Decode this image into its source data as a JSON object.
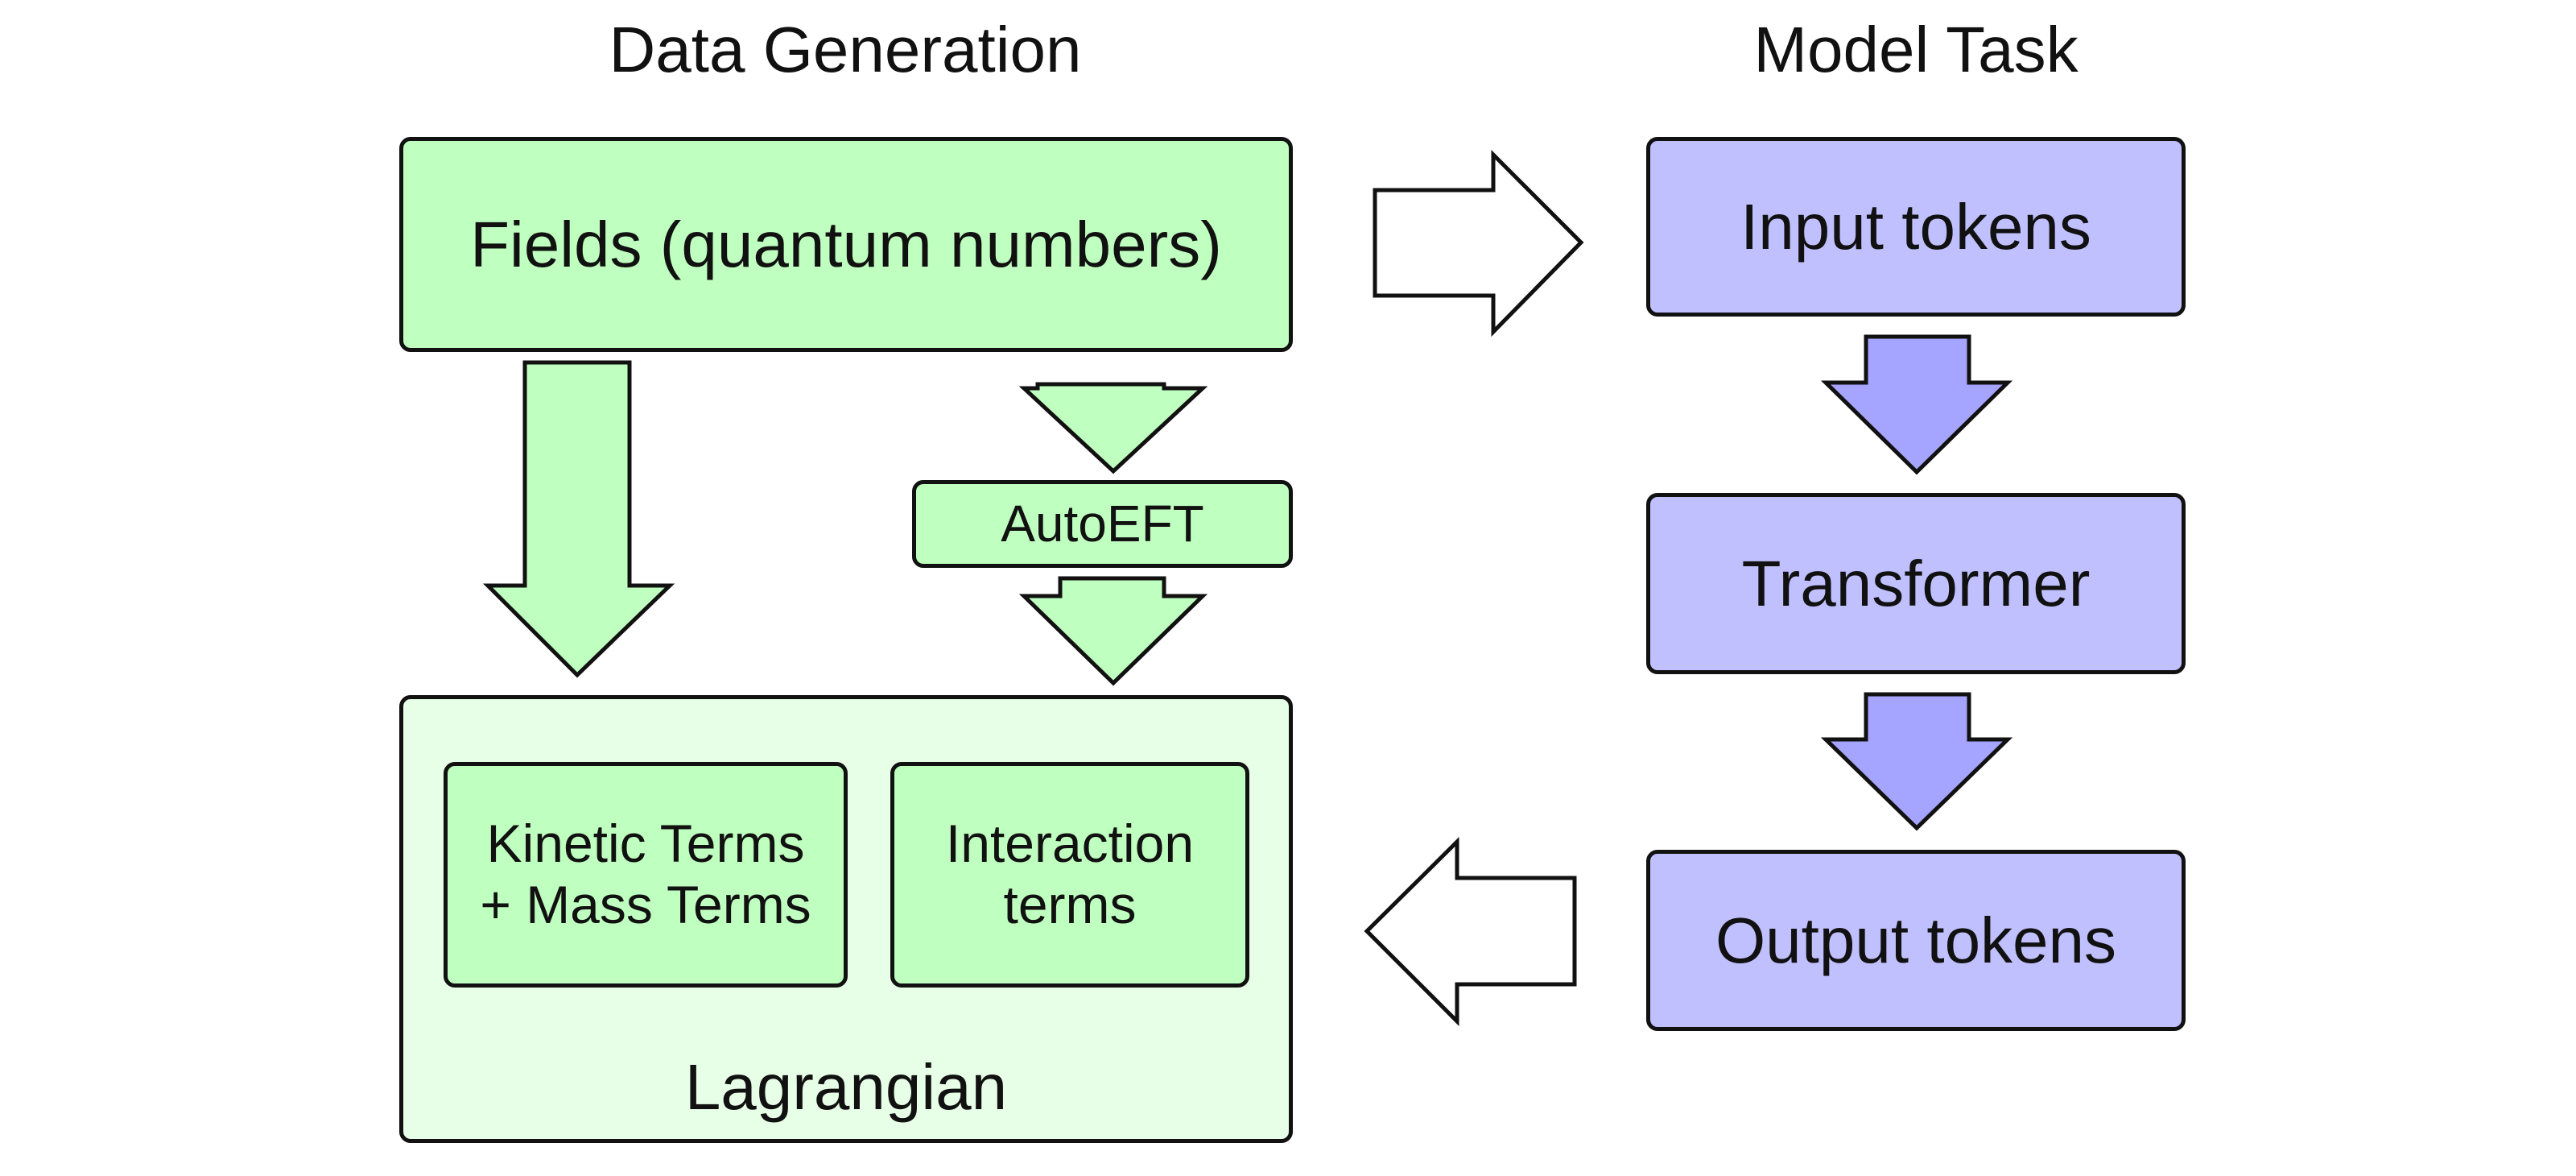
{
  "headings": {
    "left": "Data Generation",
    "right": "Model Task"
  },
  "data_generation": {
    "fields": "Fields (quantum numbers)",
    "autoeft": "AutoEFT",
    "lagrangian": "Lagrangian",
    "kinetic_line1": "Kinetic Terms",
    "kinetic_line2": "+ Mass Terms",
    "interaction_line1": "Interaction",
    "interaction_line2": "terms"
  },
  "model_task": {
    "input": "Input tokens",
    "transformer": "Transformer",
    "output": "Output tokens"
  },
  "colors": {
    "green": "#bfffbf",
    "light_green": "#e6ffe6",
    "purple": "#c0c0ff",
    "purple_arrow": "#a5a5ff",
    "outline": "#111111"
  }
}
